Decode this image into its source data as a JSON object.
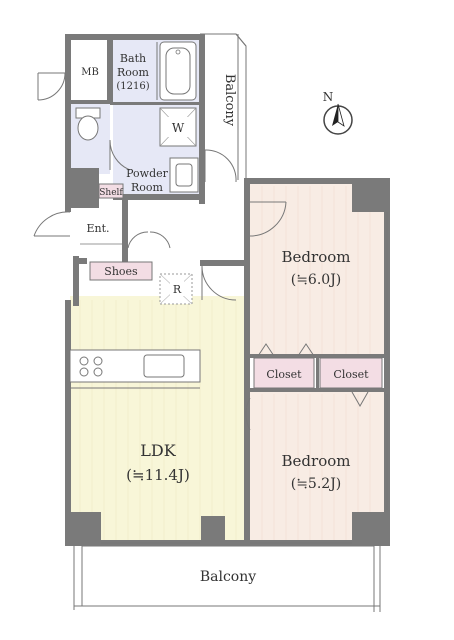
{
  "rooms": {
    "mb": "MB",
    "bath_line1": "Bath",
    "bath_line2": "Room",
    "bath_line3": "(1216)",
    "washer": "W",
    "powder_line1": "Powder",
    "powder_line2": "Room",
    "shelf": "Shelf",
    "entrance": "Ent.",
    "shoes": "Shoes",
    "refrigerator": "R",
    "bedroom1_name": "Bedroom",
    "bedroom1_size": "(≒6.0J)",
    "closet1": "Closet",
    "closet2": "Closet",
    "ldk_name": "LDK",
    "ldk_size": "(≒11.4J)",
    "bedroom2_name": "Bedroom",
    "bedroom2_size": "(≒5.2J)",
    "balcony_side": "Balcony",
    "balcony_bottom": "Balcony"
  },
  "compass": {
    "north": "N"
  },
  "colors": {
    "wall": "#7a7a7a",
    "bedroom_fill": "#f8ece4",
    "ldk_fill": "#f8f6d8",
    "wet_fill": "#e6e8f6",
    "closet_fill": "#f3dde4",
    "entry_fill": "#ffffff"
  }
}
